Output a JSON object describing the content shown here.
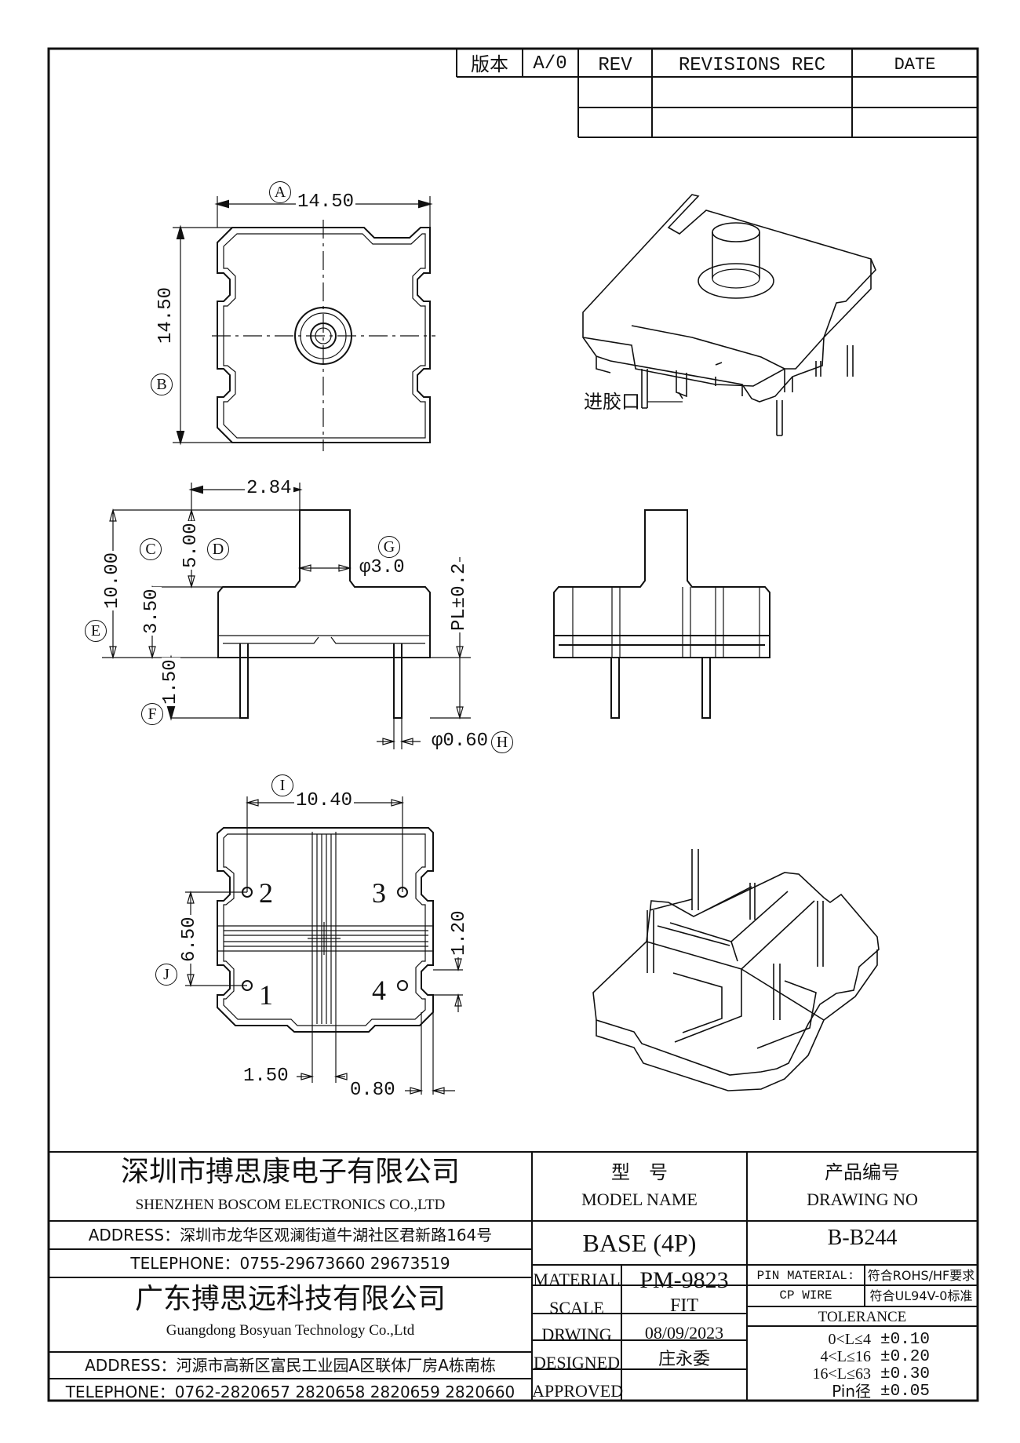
{
  "revision_block": {
    "version_label": "版本",
    "version_value": "A/0",
    "rev_header": "REV",
    "revisions_header": "REVISIONS REC",
    "date_header": "DATE"
  },
  "top_view": {
    "width_dim": "14.50",
    "height_dim": "14.50",
    "marker_a": "A",
    "marker_b": "B"
  },
  "iso_view": {
    "gate_label": "进胶口"
  },
  "side_view": {
    "post_width": "2.84",
    "post_height": "5.00",
    "total_height": "10.00",
    "body_height": "3.50",
    "pin_length": "1.50",
    "post_dia": "φ3.0",
    "pl_tol": "PL±0.2",
    "pin_dia": "φ0.60",
    "marker_c": "C",
    "marker_d": "D",
    "marker_e": "E",
    "marker_f": "F",
    "marker_g": "G",
    "marker_h": "H"
  },
  "bottom_view": {
    "pin_span": "10.40",
    "pin_pitch": "6.50",
    "slot_width": "1.20",
    "rib_offset": "1.50",
    "pin_edge": "0.80",
    "marker_i": "I",
    "marker_j": "J",
    "pins": [
      "1",
      "2",
      "3",
      "4"
    ]
  },
  "title_block": {
    "company_cn": "深圳市搏思康电子有限公司",
    "company_en": "SHENZHEN BOSCOM ELECTRONICS CO.,LTD",
    "address1": "ADDRESS：深圳市龙华区观澜街道牛湖社区君新路164号",
    "telephone1": "TELEPHONE：0755-29673660 29673519",
    "company2_cn": "广东搏思远科技有限公司",
    "company2_en": "Guangdong Bosyuan Technology Co.,Ltd",
    "address2": "ADDRESS：河源市高新区富民工业园A区联体厂房A栋南栋",
    "telephone2": "TELEPHONE：0762-2820657 2820658 2820659 2820660",
    "model_label_cn": "型　号",
    "model_label_en": "MODEL NAME",
    "model_value": "BASE (4P)",
    "drawing_label_cn": "产品编号",
    "drawing_label_en": "DRAWING NO",
    "drawing_value": "B-B244",
    "material_label": "MATERIAL",
    "material_value": "PM-9823",
    "scale_label": "SCALE",
    "scale_value": "FIT",
    "drawing_date_label": "DRWING",
    "drawing_date_value": "08/09/2023",
    "designed_label": "DESIGNED",
    "designed_value": "庄永委",
    "approved_label": "APPROVED",
    "approved_value": "",
    "pin_material_label": "PIN MATERIAL:",
    "pin_material_value": "CP WIRE",
    "rohs": "符合ROHS/HF要求",
    "ul": "符合UL94V-0标准",
    "tolerance_header": "TOLERANCE",
    "tolerances": [
      {
        "range": "0<L≤4",
        "value": "±0.10"
      },
      {
        "range": "4<L≤16",
        "value": "±0.20"
      },
      {
        "range": "16<L≤63",
        "value": "±0.30"
      },
      {
        "range": "Pin径",
        "value": "±0.05"
      }
    ]
  }
}
